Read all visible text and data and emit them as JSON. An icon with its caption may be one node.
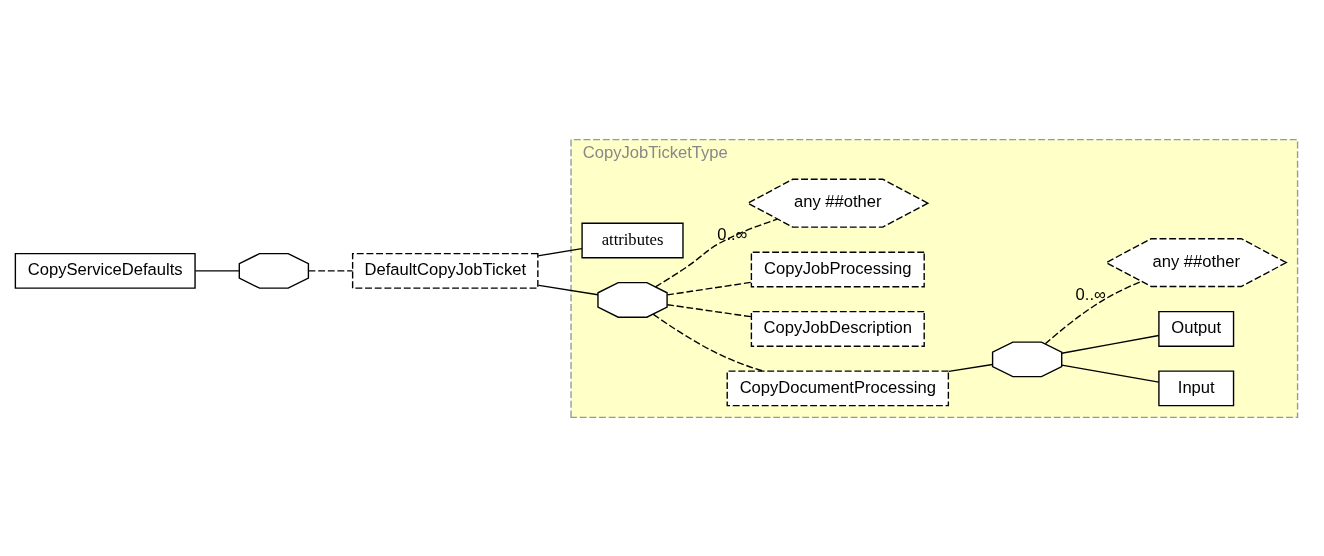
{
  "diagram": {
    "nodes": [
      {
        "text": [
          "CopyServiceDefaults"
        ]
      },
      {
        "text": [],
        "shape": "octagon"
      },
      {
        "text": [
          "DefaultCopyJobTicket"
        ]
      },
      {
        "text": [
          "CopyJobTicketType"
        ]
      },
      {
        "text": [
          "attributes"
        ],
        "in": 3
      },
      {
        "text": [],
        "shape": "octagon",
        "in": 3
      },
      {
        "text": [
          "CopyDocumentProcessing"
        ],
        "in": 3
      },
      {
        "text": [],
        "shape": "octagon",
        "in": 3
      },
      {
        "text": [
          "Input"
        ],
        "in": 3
      },
      {
        "text": [
          "Output"
        ],
        "in": 3
      },
      {
        "text": [
          "any ##other"
        ],
        "beside": [
          "0..∞"
        ],
        "in": 3
      },
      {
        "text": [
          "CopyJobDescription"
        ],
        "in": 3
      },
      {
        "text": [
          "CopyJobProcessing"
        ],
        "in": 3
      },
      {
        "text": [
          "any ##other"
        ],
        "beside": [
          "0..∞"
        ],
        "in": 3
      }
    ],
    "edges": [
      {
        "from": 0,
        "to": 1,
        "arrow": "none"
      },
      {
        "from": 1,
        "to": 2,
        "arrow": "none",
        "style": "dashed"
      },
      {
        "from": 2,
        "to": 4,
        "arrow": "none"
      },
      {
        "from": 2,
        "to": 5,
        "arrow": "none"
      },
      {
        "from": 5,
        "to": 6,
        "arrow": "none",
        "style": "dashed"
      },
      {
        "from": 6,
        "to": 7,
        "arrow": "none"
      },
      {
        "from": 7,
        "to": 8,
        "arrow": "none"
      },
      {
        "from": 7,
        "to": 9,
        "arrow": "none"
      },
      {
        "from": 7,
        "to": 10,
        "arrow": "none",
        "style": "dashed"
      },
      {
        "from": 5,
        "to": 11,
        "arrow": "none",
        "style": "dashed"
      },
      {
        "from": 5,
        "to": 12,
        "arrow": "none",
        "style": "dashed"
      },
      {
        "from": 5,
        "to": 13,
        "arrow": "none",
        "style": "dashed"
      }
    ]
  }
}
